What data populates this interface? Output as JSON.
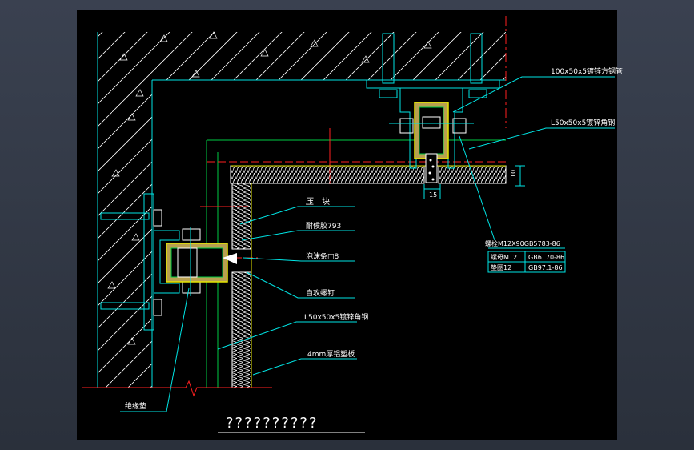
{
  "drawing": {
    "labels": {
      "tube": "100x50x5镀锌方钢管",
      "angle_top": "L50x50x5镀锌角钢",
      "block": "压　块",
      "sealant": "耐候胶793",
      "foam_rod": "泡沫条□8",
      "screw": "自攻螺钉",
      "angle_left": "L50x50x5镀锌角钢",
      "panel": "4mm厚铝塑板",
      "insulation": "绝缘垫"
    },
    "bolt_table": {
      "row1": "螺栓M12X90GB5783-86",
      "row2a": "螺母M12",
      "row2b": "GB6170-86",
      "row3a": "垫圈12",
      "row3b": "GB97.1-86"
    },
    "dims": {
      "d15": "15",
      "d10": "10"
    },
    "title": "??????????"
  },
  "colors": {
    "background": "#000000",
    "cyan": "#00e5e5",
    "green": "#00cc44",
    "yellow": "#e6e600",
    "red": "#ff2020",
    "white": "#ffffff",
    "gray": "#9a9a9a"
  }
}
